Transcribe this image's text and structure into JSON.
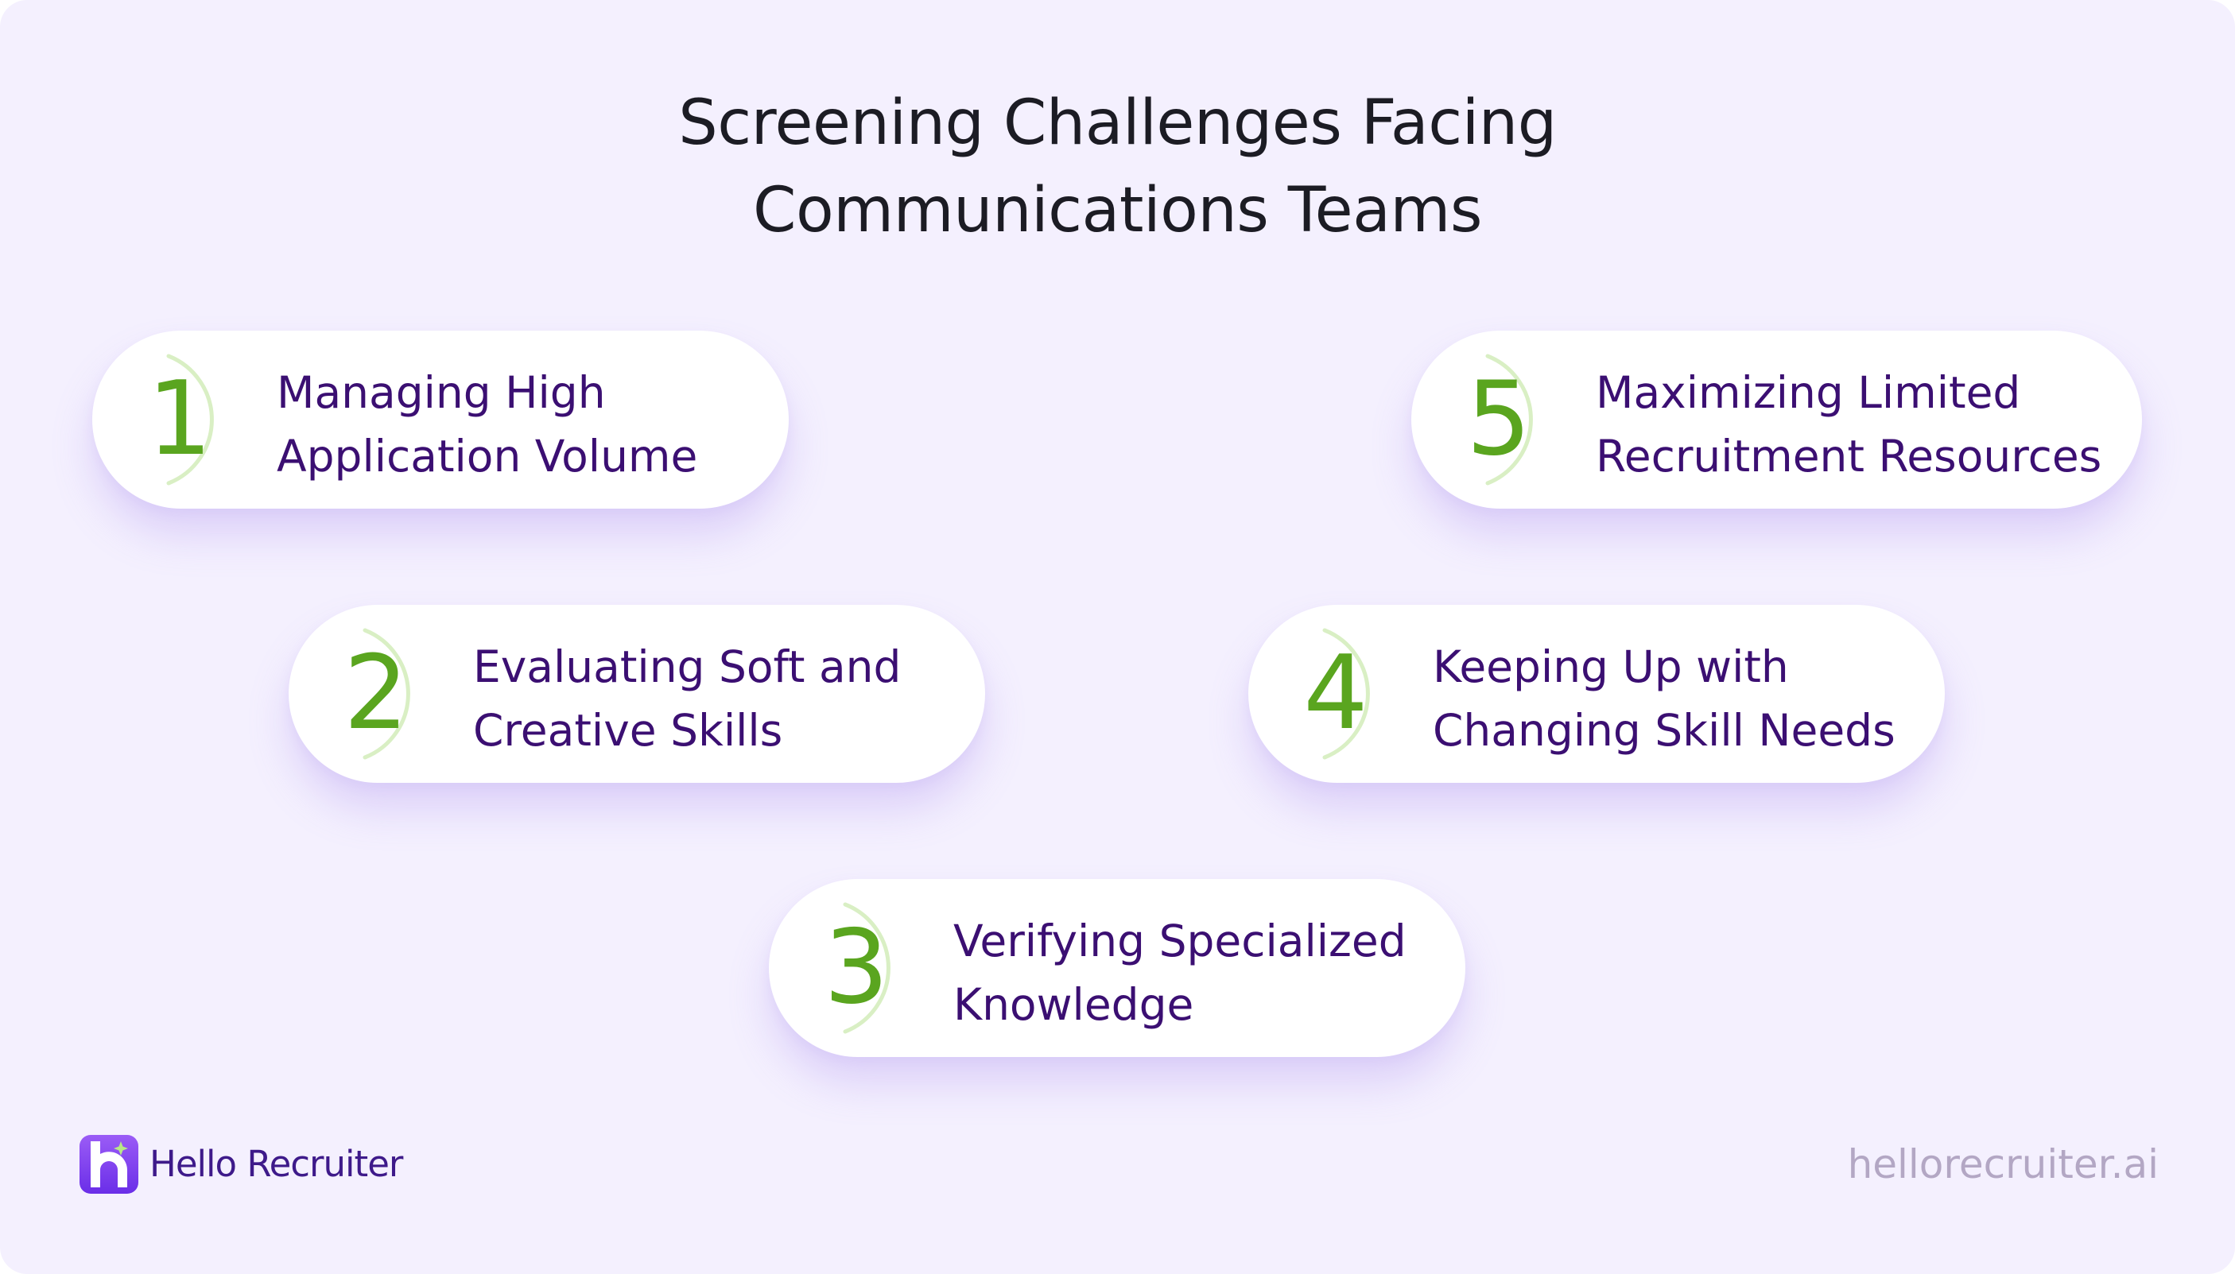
{
  "title": {
    "line1": "Screening Challenges Facing",
    "line2": "Communications Teams"
  },
  "challenges": [
    {
      "number": "1",
      "line1": "Managing High",
      "line2": "Application Volume"
    },
    {
      "number": "2",
      "line1": "Evaluating Soft and",
      "line2": "Creative Skills"
    },
    {
      "number": "3",
      "line1": "Verifying Specialized",
      "line2": "Knowledge"
    },
    {
      "number": "4",
      "line1": "Keeping Up with",
      "line2": "Changing Skill Needs"
    },
    {
      "number": "5",
      "line1": "Maximizing Limited",
      "line2": "Recruitment Resources"
    }
  ],
  "footer": {
    "brand_name": "Hello Recruiter",
    "website": "hellorecruiter.ai"
  },
  "colors": {
    "background": "#f4f0fe",
    "number_green": "#5aa51f",
    "label_purple": "#3b0f72",
    "brand_purple": "#7a3ff0",
    "website_gray": "#b3a7c4"
  },
  "icons": {
    "logo": "hello-recruiter-logo-icon",
    "number_arc": "green-arc-icon"
  }
}
